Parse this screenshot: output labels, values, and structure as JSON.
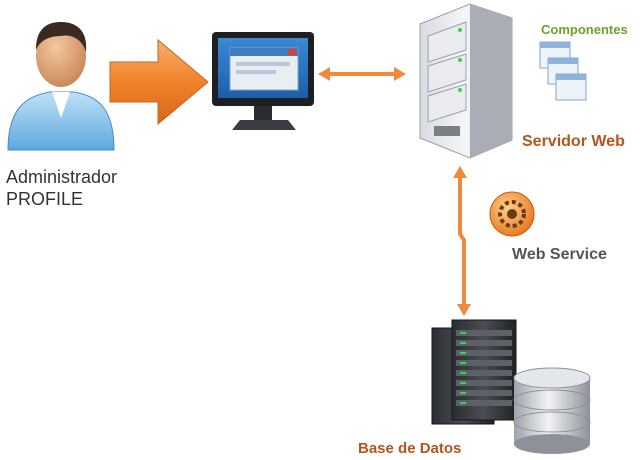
{
  "nodes": {
    "admin": {
      "line1": "Administrador",
      "line2": "PROFILE"
    },
    "componentes": "Componentes",
    "servidor": "Servidor Web",
    "webservice": "Web Service",
    "basedatos": "Base de Datos"
  },
  "icons": [
    "user-icon",
    "monitor-icon",
    "server-tower-icon",
    "components-windows-icon",
    "gear-icon",
    "server-rack-icon",
    "database-icon"
  ],
  "colors": {
    "arrow": "#f08a3a",
    "arrow_big": "#f0832a",
    "componentes_text": "#6aa329",
    "servidor_text": "#b5541b",
    "basedatos_text": "#b5541b"
  }
}
